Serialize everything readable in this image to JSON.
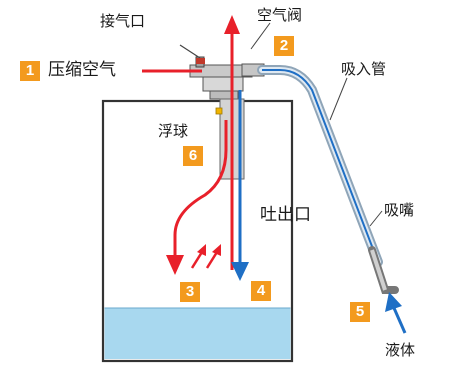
{
  "labels": {
    "air_inlet": "接气口",
    "air_valve": "空气阀",
    "compressed_air": "压缩空气",
    "suction_pipe": "吸入管",
    "float": "浮球",
    "discharge": "吐出口",
    "nozzle": "吸嘴",
    "liquid": "液体"
  },
  "badges": {
    "b1": "1",
    "b2": "2",
    "b3": "3",
    "b4": "4",
    "b5": "5",
    "b6": "6"
  },
  "colors": {
    "air_red": "#e8202a",
    "flow_blue": "#1f6fc5",
    "liquid_fill": "#a8d8ef",
    "badge_orange": "#f39a1e",
    "tank_outline": "#333333"
  }
}
